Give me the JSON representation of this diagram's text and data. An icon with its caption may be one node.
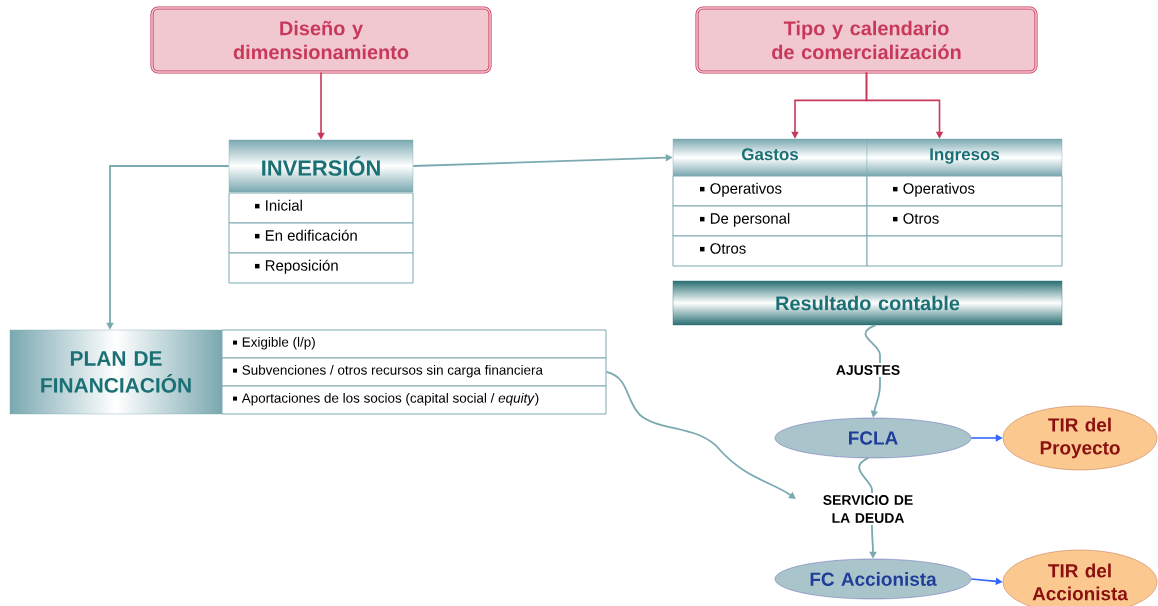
{
  "diagram": {
    "nodes": [
      {
        "text": [
          "Diseño y dimensionamiento"
        ]
      },
      {
        "text": [
          "Tipo y calendario de comercialización"
        ]
      },
      {
        "text": [
          "INVERSIÓN"
        ]
      },
      {
        "text": [
          "Inicial"
        ]
      },
      {
        "text": [
          "En edificación"
        ]
      },
      {
        "text": [
          "Reposición"
        ]
      },
      {
        "text": [
          "Gastos"
        ]
      },
      {
        "text": [
          "Ingresos"
        ]
      },
      {
        "text": [
          "Operativos"
        ]
      },
      {
        "text": [
          "Operativos"
        ]
      },
      {
        "text": [
          "De personal"
        ]
      },
      {
        "text": [
          "Otros"
        ]
      },
      {
        "text": [
          "Otros"
        ]
      },
      {
        "text": [],
        "shape": "box"
      },
      {
        "text": [
          "Resultado contable"
        ]
      },
      {
        "text": [
          "PLAN DE FINANCIACIÓN"
        ]
      },
      {
        "text": [
          "Exigible (l/p)"
        ]
      },
      {
        "text": [
          "Subvenciones / otros recursos sin carga financiera"
        ]
      },
      {
        "text": [
          "Aportaciones de los socios (capital social / *equity*)"
        ]
      },
      {
        "text": [
          "FCLA"
        ]
      },
      {
        "text": [
          "TIR del Proyecto"
        ]
      },
      {
        "text": [
          "FC Accionista"
        ]
      },
      {
        "text": [
          "TIR del Accionista"
        ]
      }
    ],
    "edges": [
      {
        "from": 0,
        "to": 2,
        "arrow": "to",
        "color": "#c8385a"
      },
      {
        "from": 1,
        "to": 6,
        "arrow": "to",
        "color": "#c8385a"
      },
      {
        "from": 1,
        "to": 7,
        "arrow": "to",
        "color": "#c8385a"
      },
      {
        "from": 2,
        "to": 15,
        "arrow": "to"
      },
      {
        "from": 2,
        "to": 6,
        "arrow": "to"
      },
      {
        "from": 14,
        "to": 19,
        "arrow": "to",
        "label": "AJUSTES"
      },
      {
        "from": 19,
        "to": 21,
        "arrow": "to",
        "label": "SERVICIO DE LA DEUDA"
      },
      {
        "from": 17,
        "to": null,
        "arrow": "to"
      },
      {
        "from": 19,
        "to": 20,
        "arrow": "to",
        "color": "#3366ff"
      },
      {
        "from": 21,
        "to": 22,
        "arrow": "to",
        "color": "#3366ff"
      }
    ]
  }
}
